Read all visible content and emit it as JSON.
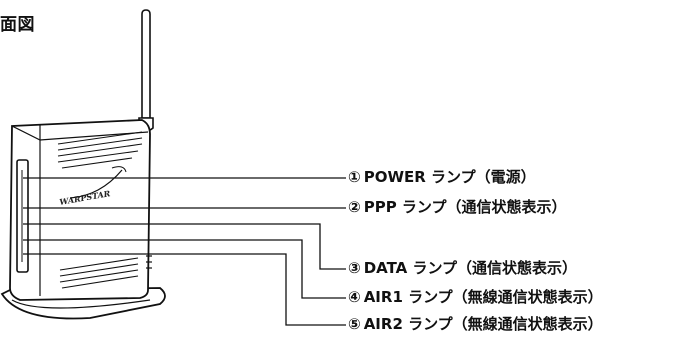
{
  "title": "面図",
  "device": {
    "brand_label": "WARPSTAR"
  },
  "callouts": [
    {
      "num": "①",
      "text": "POWER ランプ（電源）"
    },
    {
      "num": "②",
      "text": "PPP ランプ（通信状態表示）"
    },
    {
      "num": "③",
      "text": "DATA ランプ（通信状態表示）"
    },
    {
      "num": "④",
      "text": "AIR1 ランプ（無線通信状態表示）"
    },
    {
      "num": "⑤",
      "text": "AIR2 ランプ（無線通信状態表示）"
    }
  ],
  "colors": {
    "line": "#111111",
    "background": "#ffffff"
  }
}
